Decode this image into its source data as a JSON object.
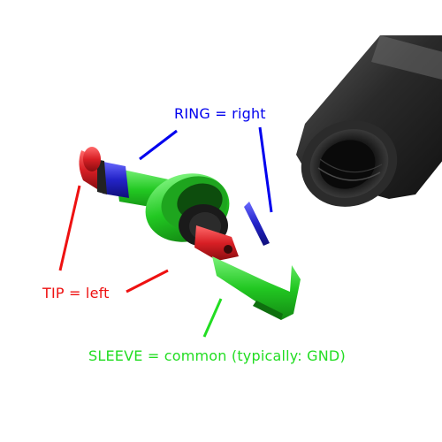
{
  "labels": {
    "ring": "RING = right",
    "tip": "TIP = left",
    "sleeve": "SLEEVE = common (typically: GND)"
  },
  "colors": {
    "ring": "#0000ee",
    "tip": "#ee1111",
    "sleeve": "#22dd22",
    "tip_fill": "#d8262b",
    "ring_fill": "#2a2ad0",
    "sleeve_fill": "#24cc24",
    "housing": "#2c2c2c"
  },
  "icons": [
    "trs-jack-plug-image",
    "connector-housing-image"
  ]
}
